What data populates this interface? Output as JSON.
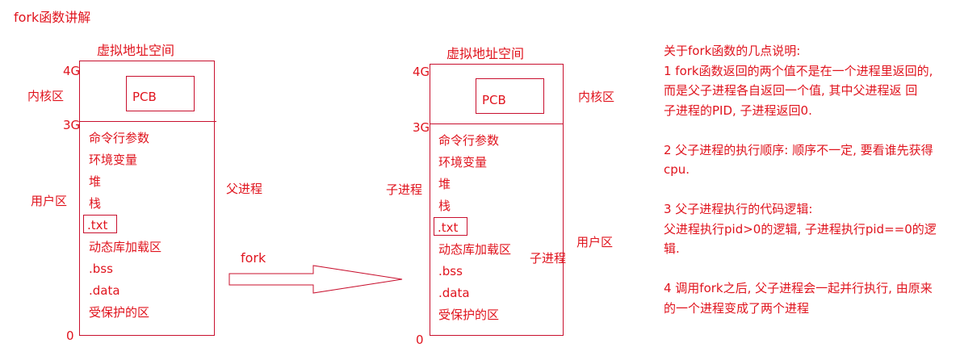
{
  "title": "fork函数讲解",
  "left_space": {
    "title": "虚拟地址空间",
    "label_4g": "4G",
    "label_3g": "3G",
    "label_0": "0",
    "kernel_label": "内核区",
    "pcb": "PCB",
    "user_label": "用户区",
    "process_label": "父进程",
    "segments": [
      "命令行参数",
      "环境变量",
      "堆",
      "栈",
      ".txt",
      "动态库加载区",
      ".bss",
      ".data",
      "受保护的区"
    ]
  },
  "arrow": {
    "label": "fork"
  },
  "right_space": {
    "title": "虚拟地址空间",
    "label_4g": "4G",
    "label_3g": "3G",
    "label_0": "0",
    "kernel_label": "内核区",
    "pcb": "PCB",
    "user_label": "用户区",
    "process_label": "子进程",
    "process_label_inner": "子进程",
    "segments": [
      "命令行参数",
      "环境变量",
      "堆",
      "栈",
      ".txt",
      "动态库加载区",
      ".bss",
      ".data",
      "受保护的区"
    ]
  },
  "notes": {
    "heading": "关于fork函数的几点说明:",
    "p1": [
      "1 fork函数返回的两个值不是在一个进程里返回的,",
      "而是父子进程各自返回一个值, 其中父进程返     回",
      "子进程的PID, 子进程返回0."
    ],
    "p2": [
      "2 父子进程的执行顺序: 顺序不一定, 要看谁先获得",
      "cpu."
    ],
    "p3": [
      "3 父子进程执行的代码逻辑:",
      "父进程执行pid>0的逻辑, 子进程执行pid==0的逻",
      "辑."
    ],
    "p4": [
      "4 调用fork之后, 父子进程会一起并行执行, 由原来",
      "的一个进程变成了两个进程"
    ]
  },
  "colors": {
    "text": "#e0141e",
    "line": "#c8102e"
  }
}
